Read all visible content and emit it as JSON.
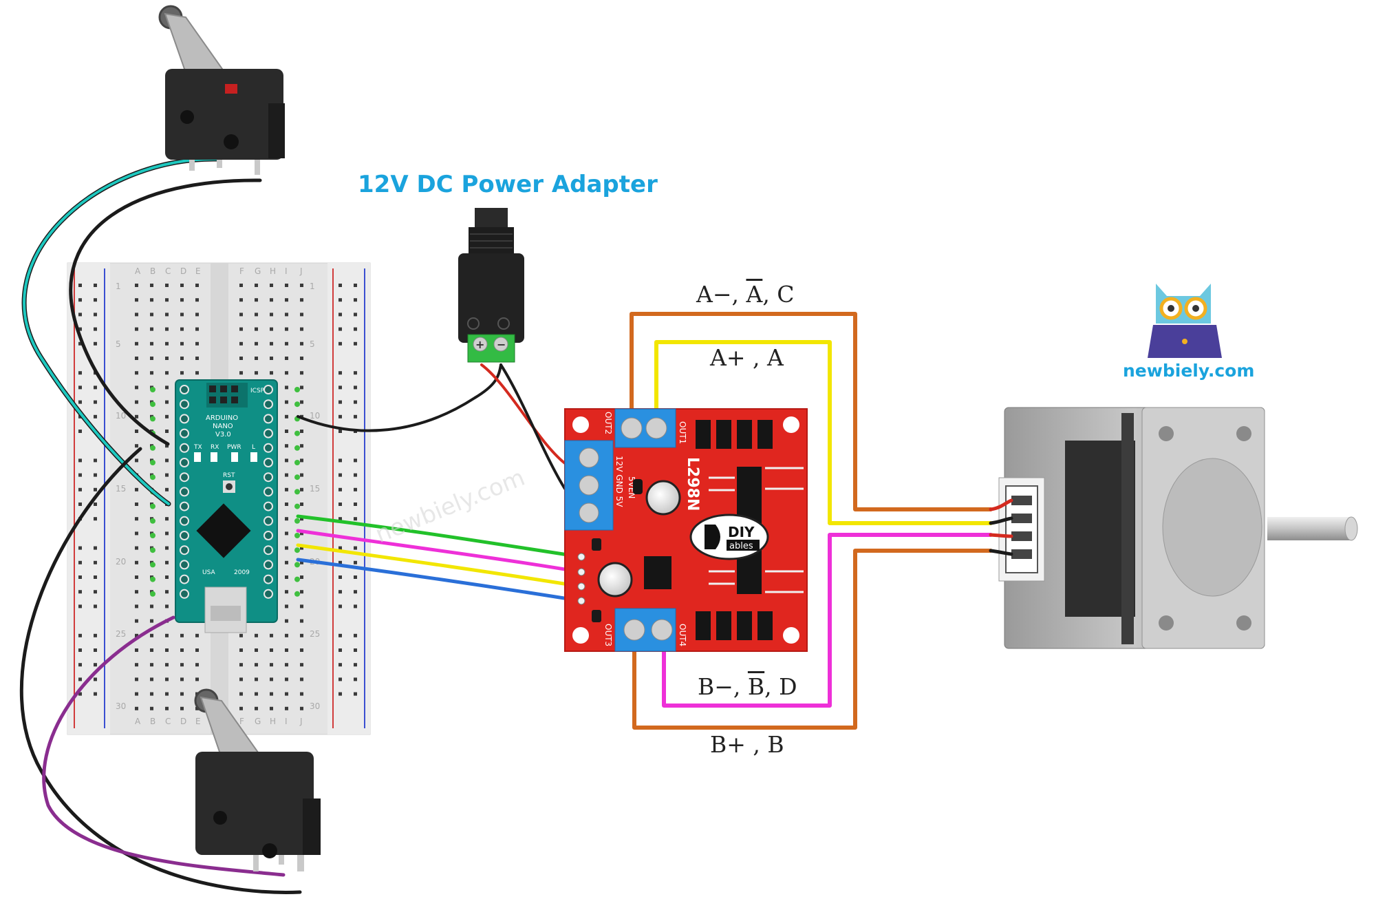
{
  "power_adapter": {
    "label": "12V DC Power Adapter"
  },
  "brand": {
    "text": "newbiely.com",
    "watermark": "newbiely.com"
  },
  "coils": {
    "a_minus": {
      "prefix": "A−, ",
      "bar": "A",
      "suffix": ", C"
    },
    "a_plus": {
      "text": "A+ , A"
    },
    "b_minus": {
      "prefix": "B−, ",
      "bar": "B",
      "suffix": ", D"
    },
    "b_plus": {
      "text": "B+ , B"
    }
  },
  "breadboard": {
    "col_letters_left": [
      "A",
      "B",
      "C",
      "D",
      "E"
    ],
    "col_letters_right": [
      "F",
      "G",
      "H",
      "I",
      "J"
    ],
    "row_numbers": [
      "1",
      "5",
      "10",
      "15",
      "20",
      "25",
      "30"
    ]
  },
  "arduino": {
    "name": "ARDUINO",
    "model": "NANO",
    "version": "V3.0",
    "origin": "USA",
    "year": "2009",
    "led_tx": "TX",
    "led_rx": "RX",
    "led_pwr": "PWR",
    "led_l": "L",
    "rst": "RST",
    "icsp": "ICSP"
  },
  "driver": {
    "model": "L298N",
    "out1": "OUT1",
    "out2": "OUT2",
    "out3": "OUT3",
    "out4": "OUT4",
    "power_terminals": "12V GND 5V",
    "jumper": "5VEN",
    "logo_top": "DIY",
    "logo_bottom": "ables"
  },
  "adapter_terminals": {
    "plus": "+",
    "minus": "−"
  },
  "colors": {
    "accent": "#1aa3dd",
    "wire_orange": "#d2691e",
    "wire_yellow": "#f2e600",
    "wire_magenta": "#ee30d8",
    "wire_green": "#22c12a",
    "wire_blue": "#2a6fd8",
    "wire_purple": "#8a2d8f",
    "wire_cyan": "#1ec9c0",
    "driver_red": "#e0261f",
    "terminal_blue": "#2a90e0",
    "arduino_teal": "#0f8f85"
  }
}
